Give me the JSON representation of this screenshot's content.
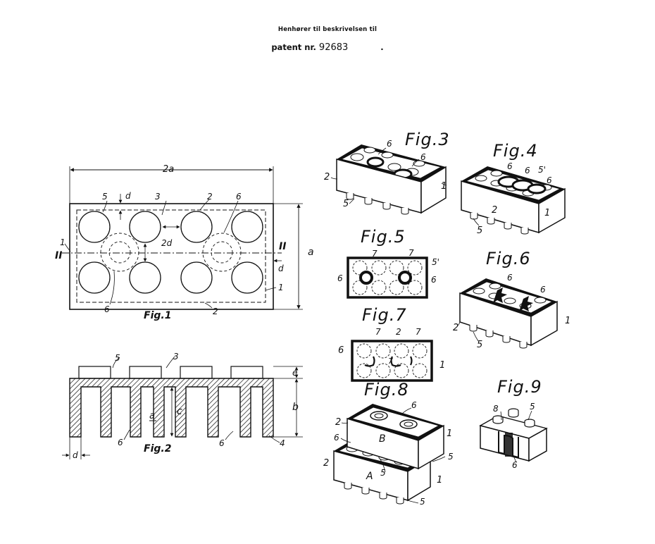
{
  "header": {
    "line1": "Henhører til beskrivelsen til",
    "line2_prefix": "patent nr.",
    "line2_number": "92683"
  },
  "figures": {
    "fig1": {
      "title": "Fig.1",
      "labels": {
        "width": "2a",
        "height": "a",
        "d": "d",
        "d2": "2d",
        "n5": "5",
        "n3": "3",
        "n2": "2",
        "n6": "6",
        "n1": "1",
        "II": "II"
      }
    },
    "fig2": {
      "title": "Fig.2",
      "labels": {
        "e": "e",
        "b": "b",
        "c": "c",
        "a": "a",
        "d": "d",
        "n5": "5",
        "n3": "3",
        "n6": "6",
        "n4": "4"
      }
    },
    "fig3": {
      "title": "Fig.3",
      "labels": {
        "n6": "6",
        "n2": "2",
        "n1": "1",
        "n5": "5"
      }
    },
    "fig4": {
      "title": "Fig.4",
      "labels": {
        "n6": "6",
        "n5p": "5'",
        "n2": "2",
        "n1": "1",
        "n5": "5"
      }
    },
    "fig5": {
      "title": "Fig.5",
      "labels": {
        "n7": "7",
        "n5p": "5'",
        "n6": "6"
      }
    },
    "fig6": {
      "title": "Fig.6",
      "labels": {
        "n6": "6",
        "n2": "2",
        "n5": "5",
        "n1": "1"
      }
    },
    "fig7": {
      "title": "Fig.7",
      "labels": {
        "n7": "7",
        "n2": "2",
        "n6": "6",
        "n1": "1"
      }
    },
    "fig8": {
      "title": "Fig.8",
      "labels": {
        "n6": "6",
        "n2": "2",
        "n1": "1",
        "n5": "5",
        "B": "B",
        "A": "A"
      }
    },
    "fig9": {
      "title": "Fig.9",
      "labels": {
        "n8": "8",
        "n5": "5",
        "n6": "6"
      }
    }
  }
}
